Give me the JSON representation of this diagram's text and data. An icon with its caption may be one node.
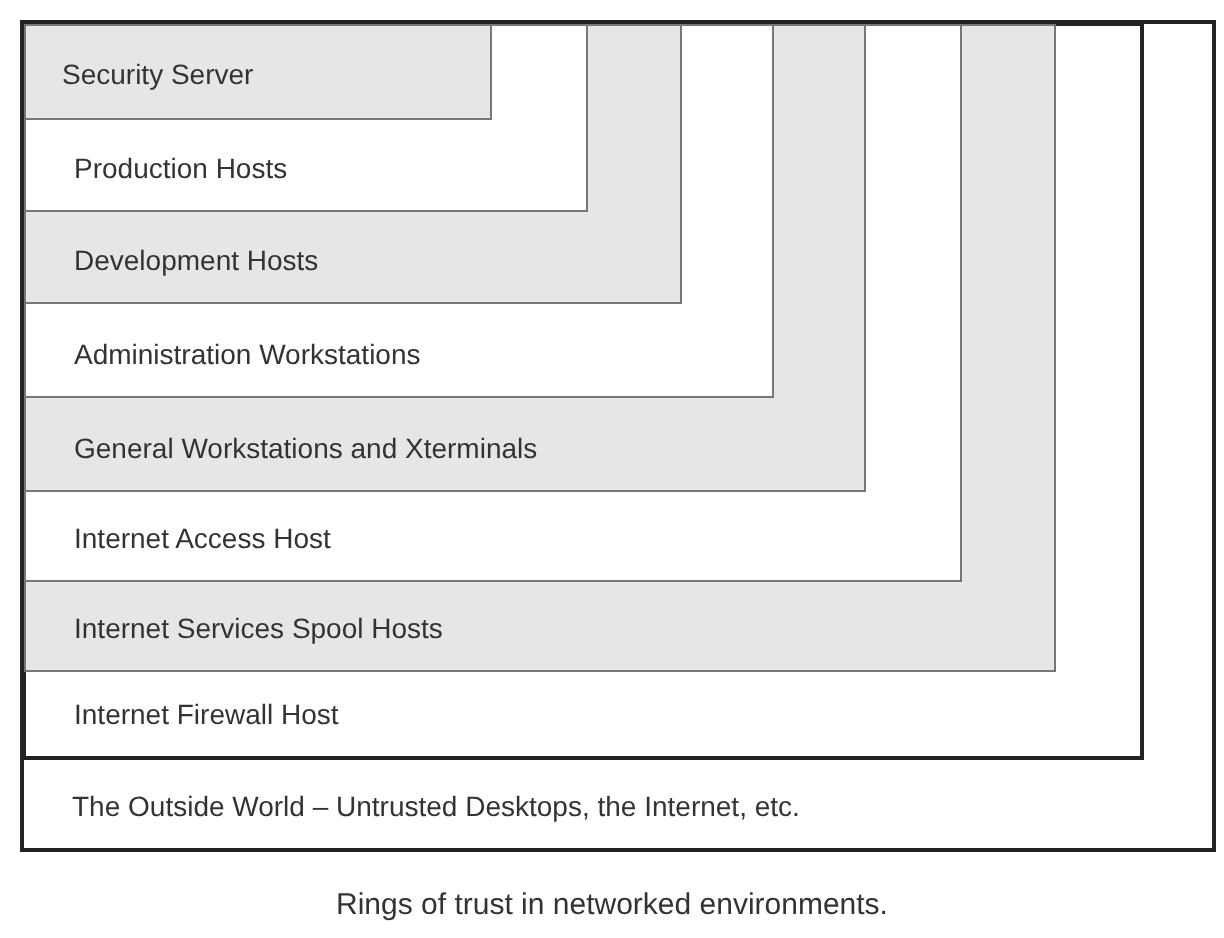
{
  "diagram": {
    "caption": "Rings of trust in networked environments.",
    "nodes": [
      {
        "text": [
          "The Outside World – Untrusted Desktops, the Internet, etc."
        ]
      },
      {
        "text": [
          "Internet Firewall Host"
        ],
        "in": 0
      },
      {
        "text": [
          "Internet Services Spool Hosts"
        ],
        "in": 1
      },
      {
        "text": [
          "Internet Access Host"
        ],
        "in": 2
      },
      {
        "text": [
          "General Workstations and Xterminals"
        ],
        "in": 3
      },
      {
        "text": [
          "Administration Workstations"
        ],
        "in": 4
      },
      {
        "text": [
          "Development Hosts"
        ],
        "in": 5
      },
      {
        "text": [
          "Production Hosts"
        ],
        "in": 6
      },
      {
        "text": [
          "Security Server"
        ],
        "in": 7
      }
    ]
  }
}
